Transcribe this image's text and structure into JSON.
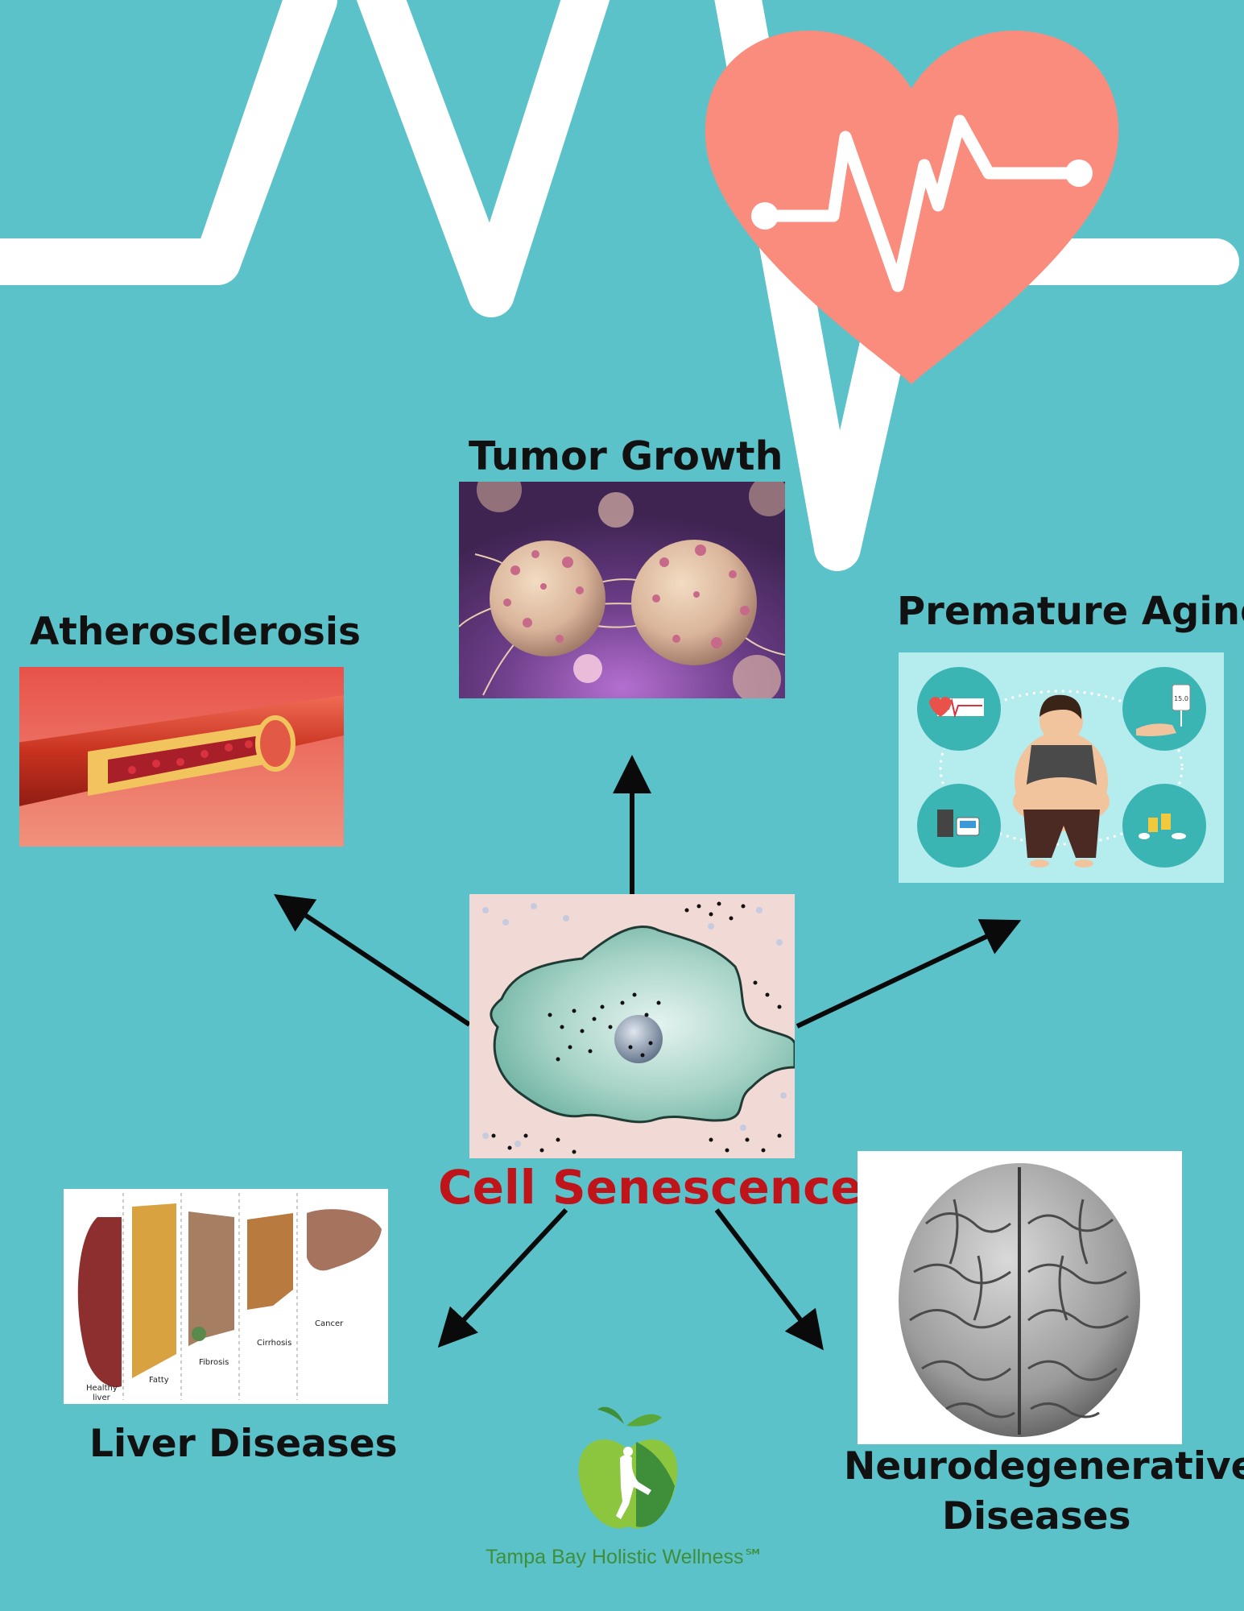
{
  "colors": {
    "background": "#5cc2c9",
    "heart": "#f98c7c",
    "center_title": "#c0141b",
    "arrow": "#0a0a0a",
    "brand_text": "#3f8f3a"
  },
  "center": {
    "title": "Cell Senescence"
  },
  "outcomes": {
    "tumor": "Tumor Growth",
    "atherosclerosis": "Atherosclerosis",
    "aging": "Premature Aging",
    "liver": "Liver Diseases",
    "neuro_line1": "Neurodegenerative",
    "neuro_line2": "Diseases"
  },
  "liver_stages": {
    "healthy_line1": "Healthy",
    "healthy_line2": "liver",
    "fatty": "Fatty",
    "fibrosis": "Fibrosis",
    "cirrhosis": "Cirrhosis",
    "cancer": "Cancer"
  },
  "aging_panel": {
    "iv_reading": "15.0"
  },
  "brand": {
    "name": "Tampa Bay Holistic Wellness℠"
  }
}
